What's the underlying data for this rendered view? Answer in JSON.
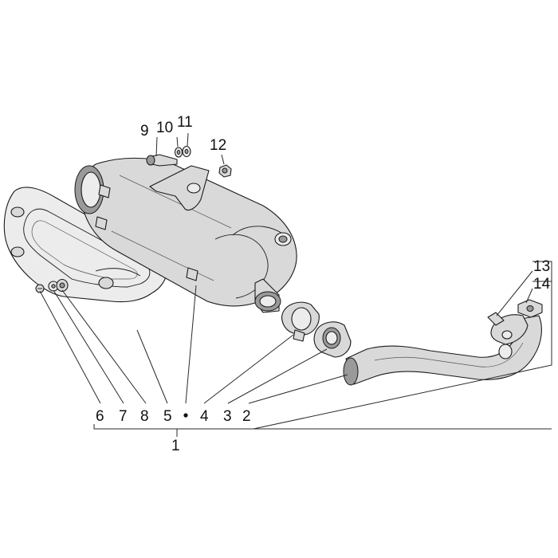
{
  "callouts": {
    "c1": "1",
    "c2": "2",
    "c3": "3",
    "c4": "4",
    "c5": "5",
    "c6": "6",
    "c7": "7",
    "c8": "8",
    "c9": "9",
    "c10": "10",
    "c11": "11",
    "c12": "12",
    "c13": "13",
    "c14": "14"
  },
  "colors": {
    "line": "#1a1a1a",
    "part_fill": "#d9d9d9",
    "background": "#ffffff"
  }
}
